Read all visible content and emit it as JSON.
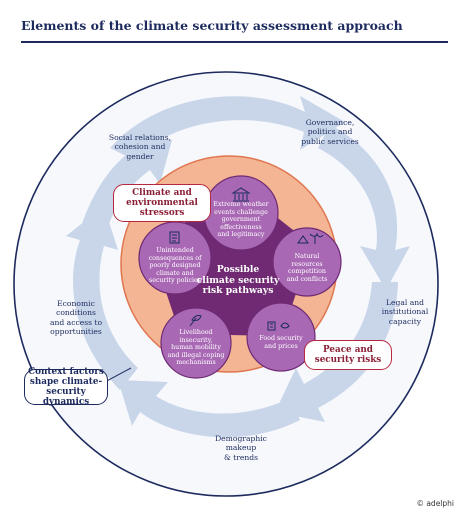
{
  "title": "Elements of the climate security assessment approach",
  "center": {
    "line1": "Possible",
    "line2": "climate security",
    "line3": "risk pathways"
  },
  "context_factors": {
    "social": [
      "Social relations,",
      "cohesion and",
      "gender"
    ],
    "governance": [
      "Governance,",
      "politics and",
      "public services"
    ],
    "legal": [
      "Legal and",
      "institutional",
      "capacity"
    ],
    "demographic": [
      "Demographic",
      "makeup",
      "& trends"
    ],
    "economic": [
      "Economic",
      "conditions",
      "and access to",
      "opportunities"
    ]
  },
  "pathways": [
    {
      "icon": "government-building-icon",
      "lines": [
        "Extreme weather",
        "events challenge",
        "government",
        "effectiveness",
        "and legitimacy"
      ]
    },
    {
      "icon": "natural-resources-icon",
      "lines": [
        "Natural",
        "resources",
        "competition",
        "and conflicts"
      ]
    },
    {
      "icon": "food-prices-icon",
      "lines": [
        "Food security",
        "and prices"
      ]
    },
    {
      "icon": "livelihood-icon",
      "lines": [
        "Livelihood",
        "insecurity,",
        "human mobility",
        "and illegal coping",
        "mechanisms"
      ]
    },
    {
      "icon": "policy-document-icon",
      "lines": [
        "Unintended",
        "consequences of",
        "poorly designed",
        "climate and",
        "security policies"
      ]
    }
  ],
  "boxes": {
    "stressors": [
      "Climate and",
      "environmental",
      "stressors"
    ],
    "peace": [
      "Peace and",
      "security risks"
    ],
    "context": [
      "Context factors",
      "shape climate-",
      "security dynamics"
    ]
  },
  "copyright": "© adelphi",
  "colors": {
    "navy": "#1c2a5e",
    "arrow_blue": "#c9d6ea",
    "ring_orange": "#f3b593",
    "orange_stroke": "#e0764f",
    "pentagon_purple": "#6f2a73",
    "node_purple": "#a868b4",
    "accent_red": "#b6283f"
  }
}
